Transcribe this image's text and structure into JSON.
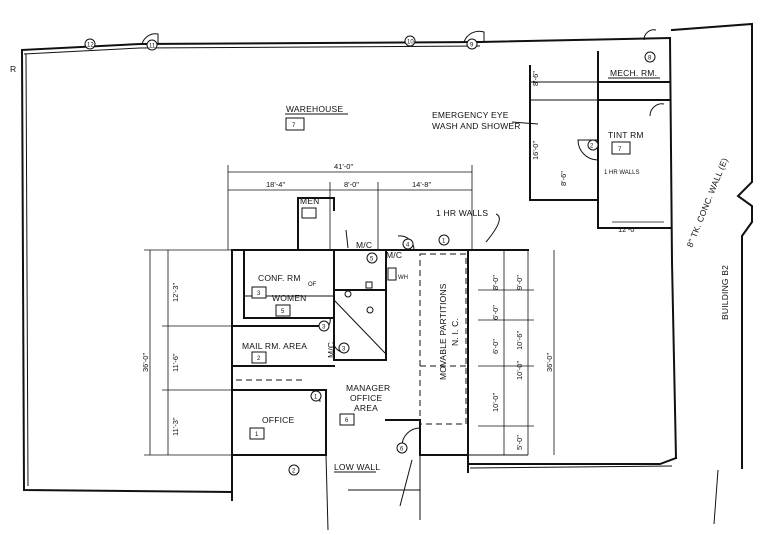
{
  "rooms": {
    "warehouse": {
      "label": "WAREHOUSE",
      "number": "7"
    },
    "mech_rm": {
      "label": "MECH. RM."
    },
    "tint_rm": {
      "label": "TINT RM",
      "number": "7"
    },
    "men": {
      "label": "MEN"
    },
    "conf_rm": {
      "label": "CONF. RM",
      "number": "3"
    },
    "women": {
      "label": "WOMEN",
      "number": "5"
    },
    "mail_rm": {
      "label": "MAIL RM. AREA",
      "number": "2"
    },
    "office": {
      "label": "OFFICE",
      "number": "1"
    },
    "manager": {
      "line1": "MANAGER",
      "line2": "OFFICE",
      "line3": "AREA",
      "number": "6"
    },
    "mc1": {
      "label": "M/C"
    },
    "mc2": {
      "label": "M/C"
    },
    "mc3": {
      "label": "M/C"
    },
    "wh": {
      "label": "WH"
    }
  },
  "notes": {
    "eye_wash_line1": "EMERGENCY EYE",
    "eye_wash_line2": "WASH AND SHOWER",
    "ht_walls": "1 HR WALLS",
    "hr_walls_tint": "1 HR WALLS",
    "movable_line1": "MOVABLE PARTITIONS",
    "movable_line2": "N. I. C.",
    "low_wall": "LOW WALL",
    "conc_wall": "8\" TK. CONC. WALL (E)",
    "building": "BUILDING B2",
    "r_mark": "R",
    "of_mark": "OF"
  },
  "dimensions": {
    "top_overall": "41'-0\"",
    "top_a": "18'-4\"",
    "top_b": "8'-0\"",
    "top_c": "14'-8\"",
    "left_overall": "36'-0\"",
    "left_a": "12'-3\"",
    "left_b": "11'-6\"",
    "left_c": "11'-3\"",
    "right_overall": "36'-0\"",
    "right_a": "9'-0\"",
    "right_b": "10'-6\"",
    "right_c": "10'-0\"",
    "right_d": "5'-0\"",
    "inner_a": "8'-0\"",
    "inner_b": "6'-0\"",
    "inner_c": "6'-0\"",
    "inner_d": "10'-0\"",
    "tint_a": "8'-6\"",
    "tint_b": "16'-0\"",
    "tint_c": "8'-6\"",
    "tint_width": "12'-0\""
  },
  "door_tags": {
    "d12": "12",
    "d11": "11",
    "d10": "10",
    "d9": "9",
    "d8": "8",
    "d2": "2",
    "d4": "4",
    "d5": "5",
    "d1": "1",
    "d3": "3",
    "d3b": "3",
    "d1b": "1",
    "d2b": "2",
    "d6": "6"
  }
}
